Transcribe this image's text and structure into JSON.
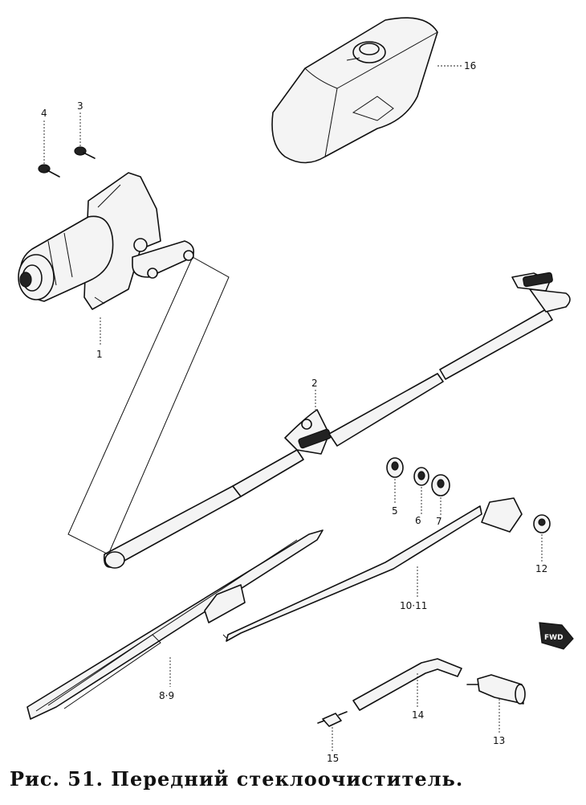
{
  "caption": "Рис. 51. Передний стеклоочиститель.",
  "fwd_badge": "FWD",
  "callouts": {
    "c1": "1",
    "c2": "2",
    "c3": "3",
    "c4": "4",
    "c5": "5",
    "c6": "6",
    "c7": "7",
    "c8_9": "8·9",
    "c10_11": "10·11",
    "c12": "12",
    "c13": "13",
    "c14": "14",
    "c15": "15",
    "c16": "16"
  }
}
